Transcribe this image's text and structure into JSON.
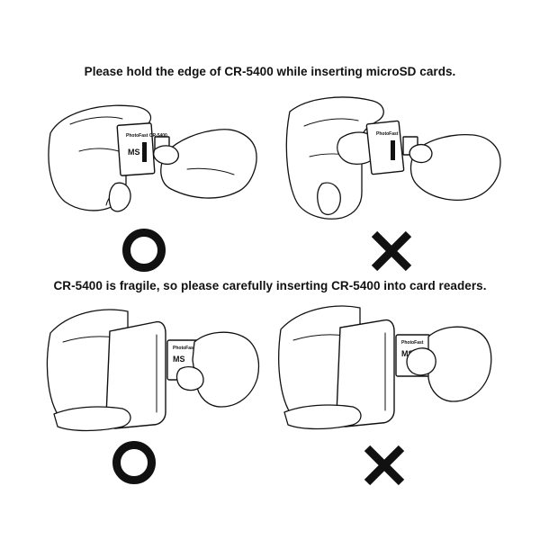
{
  "instructions": [
    {
      "heading": "Please hold the edge of CR-5400 while inserting microSD cards.",
      "correct_mark": "circle-mark",
      "incorrect_mark": "cross-mark"
    },
    {
      "heading": "CR-5400 is fragile, so please carefully inserting CR-5400 into card readers.",
      "correct_mark": "circle-mark",
      "incorrect_mark": "cross-mark"
    }
  ],
  "colors": {
    "ink": "#111111",
    "background": "#ffffff"
  }
}
